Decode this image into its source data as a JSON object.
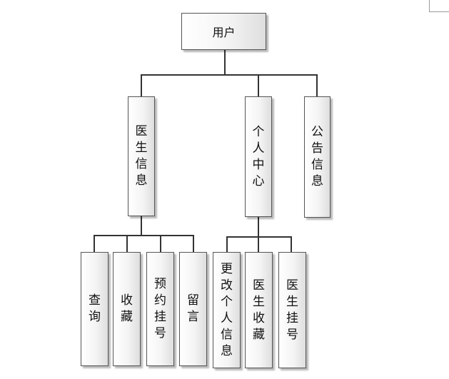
{
  "diagram": {
    "root": {
      "label": "用户"
    },
    "branches": [
      {
        "label": "医生信息",
        "children": [
          {
            "label": "查询"
          },
          {
            "label": "收藏"
          },
          {
            "label": "预约挂号"
          },
          {
            "label": "留言"
          }
        ]
      },
      {
        "label": "个人中心",
        "children": [
          {
            "label": "更改个人信息"
          },
          {
            "label": "医生收藏"
          },
          {
            "label": "医生挂号"
          }
        ]
      },
      {
        "label": "公告信息",
        "children": []
      }
    ]
  }
}
